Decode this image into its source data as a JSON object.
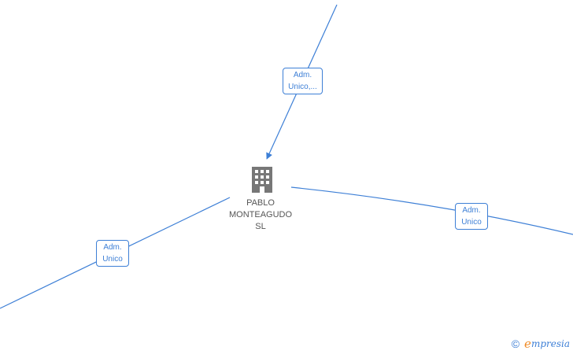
{
  "company": {
    "name_lines": [
      "PABLO",
      "MONTEAGUDO",
      "SL"
    ],
    "icon": "building-icon"
  },
  "edges": [
    {
      "label_lines": [
        "Adm.",
        "Unico,..."
      ]
    },
    {
      "label_lines": [
        "Adm.",
        "Unico"
      ]
    },
    {
      "label_lines": [
        "Adm.",
        "Unico"
      ]
    }
  ],
  "watermark": {
    "copyright": "©",
    "brand_e": "e",
    "brand_rest": "mpresia"
  },
  "colors": {
    "edge": "#3d7fd6",
    "node_icon": "#777777",
    "node_text": "#555555",
    "brand_accent": "#f08a24"
  }
}
